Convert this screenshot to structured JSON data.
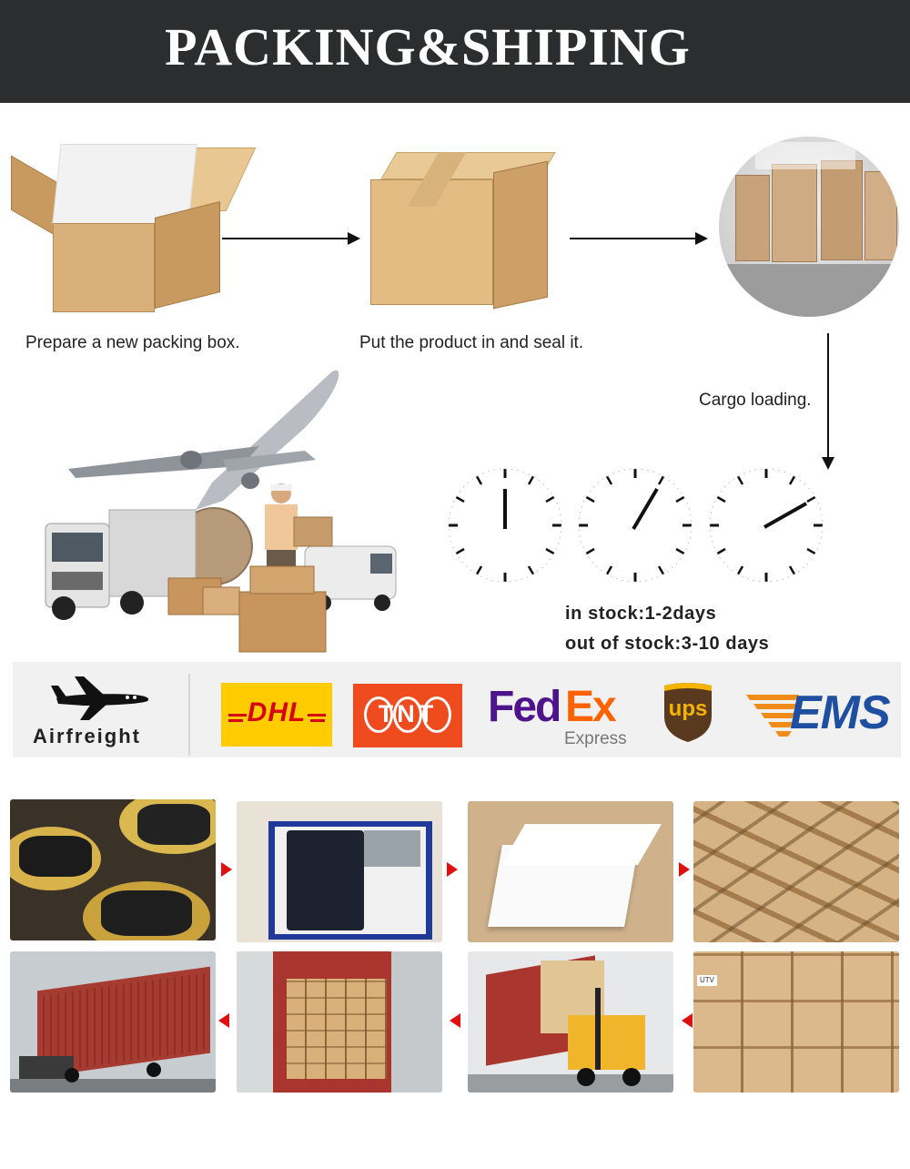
{
  "header": {
    "title": "PACKING&SHIPING"
  },
  "steps": {
    "step1": "Prepare a new packing box.",
    "step2": "Put the product in and seal it.",
    "step3": "Cargo loading."
  },
  "stock": {
    "in_stock": "in stock:1-2days",
    "out_of_stock": "out of stock:3-10 days"
  },
  "carriers": {
    "airfreight": "Airfreight",
    "dhl": "DHL",
    "tnt": "TNT",
    "fedex_fed": "Fed",
    "fedex_ex": "Ex",
    "fedex_sub": "Express",
    "ups": "ups",
    "ems": "EMS"
  },
  "colors": {
    "header_bg": "#2b2d2e",
    "accent_red": "#e01010",
    "dhl_yellow": "#fecc00",
    "dhl_red": "#d40511",
    "tnt_orange": "#ee4b1f",
    "fedex_purple": "#4d148c",
    "fedex_orange": "#ff6200",
    "ups_brown": "#5a3a1e",
    "ups_gold": "#f5b400",
    "ems_blue": "#1f4fa0",
    "ems_orange": "#f08c1a"
  },
  "icons": {
    "plane": "airplane-icon",
    "arrow": "arrow-icon",
    "clock": "clock-icon"
  },
  "photos": {
    "row1_labels": [],
    "row2_labels": [
      "UTV"
    ]
  }
}
